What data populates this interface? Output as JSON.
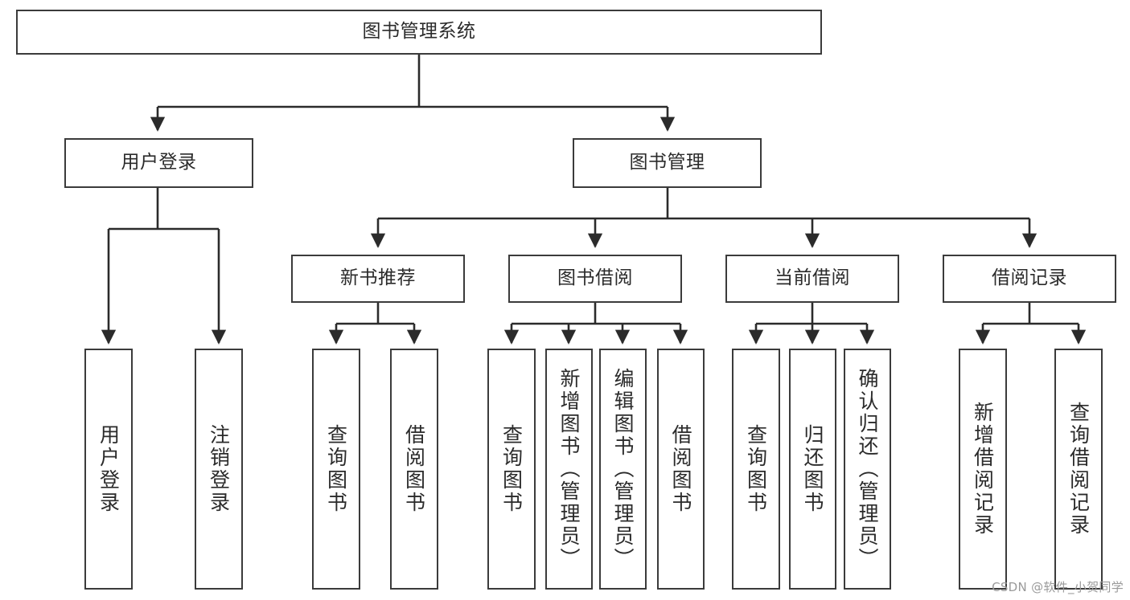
{
  "diagram": {
    "title": "图书管理系统",
    "watermark": "CSDN @软件_小贺同学",
    "colors": {
      "box_border": "#3b3b3b",
      "box_fill": "#ffffff",
      "text": "#2b2b2b",
      "connector": "#2b2b2b",
      "background": "#ffffff",
      "watermark": "#9a9a9a"
    },
    "root": {
      "label": "图书管理系统"
    },
    "level2": [
      {
        "label": "用户登录"
      },
      {
        "label": "图书管理"
      }
    ],
    "level3": [
      {
        "label": "新书推荐"
      },
      {
        "label": "图书借阅"
      },
      {
        "label": "当前借阅"
      },
      {
        "label": "借阅记录"
      }
    ],
    "leaves": {
      "user_login": [
        {
          "label": "用户登录"
        },
        {
          "label": "注销登录"
        }
      ],
      "new_book_recommend": [
        {
          "label": "查询图书"
        },
        {
          "label": "借阅图书"
        }
      ],
      "book_borrow": [
        {
          "label": "查询图书"
        },
        {
          "label": "新增图书（管理员）"
        },
        {
          "label": "编辑图书（管理员）"
        },
        {
          "label": "借阅图书"
        }
      ],
      "current_borrow": [
        {
          "label": "查询图书"
        },
        {
          "label": "归还图书"
        },
        {
          "label": "确认归还（管理员）"
        }
      ],
      "borrow_record": [
        {
          "label": "新增借阅记录"
        },
        {
          "label": "查询借阅记录"
        }
      ]
    }
  }
}
